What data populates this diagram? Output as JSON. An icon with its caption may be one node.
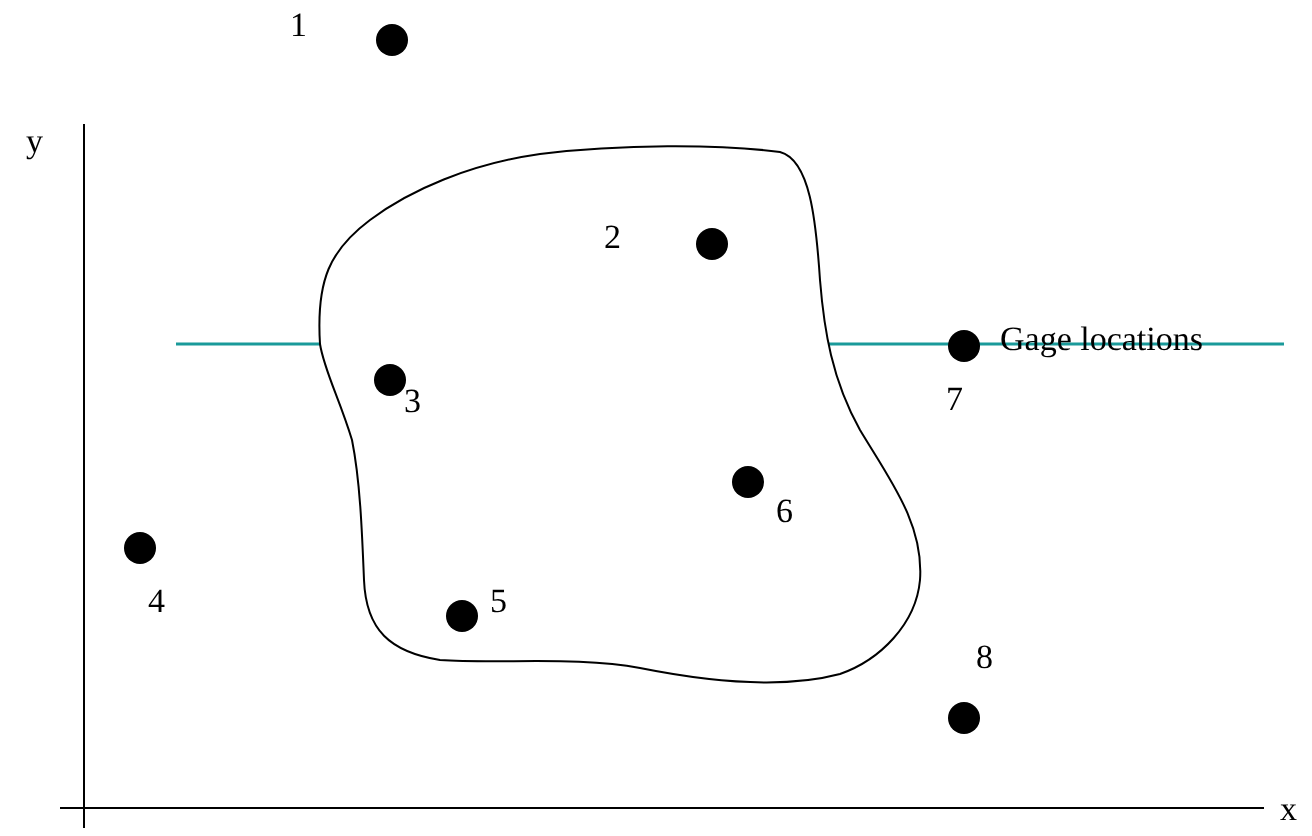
{
  "diagram": {
    "labels": [
      "1",
      "y",
      "2",
      "Gage locations",
      "3",
      "7",
      "6",
      "4",
      "5",
      "8",
      "x"
    ]
  }
}
